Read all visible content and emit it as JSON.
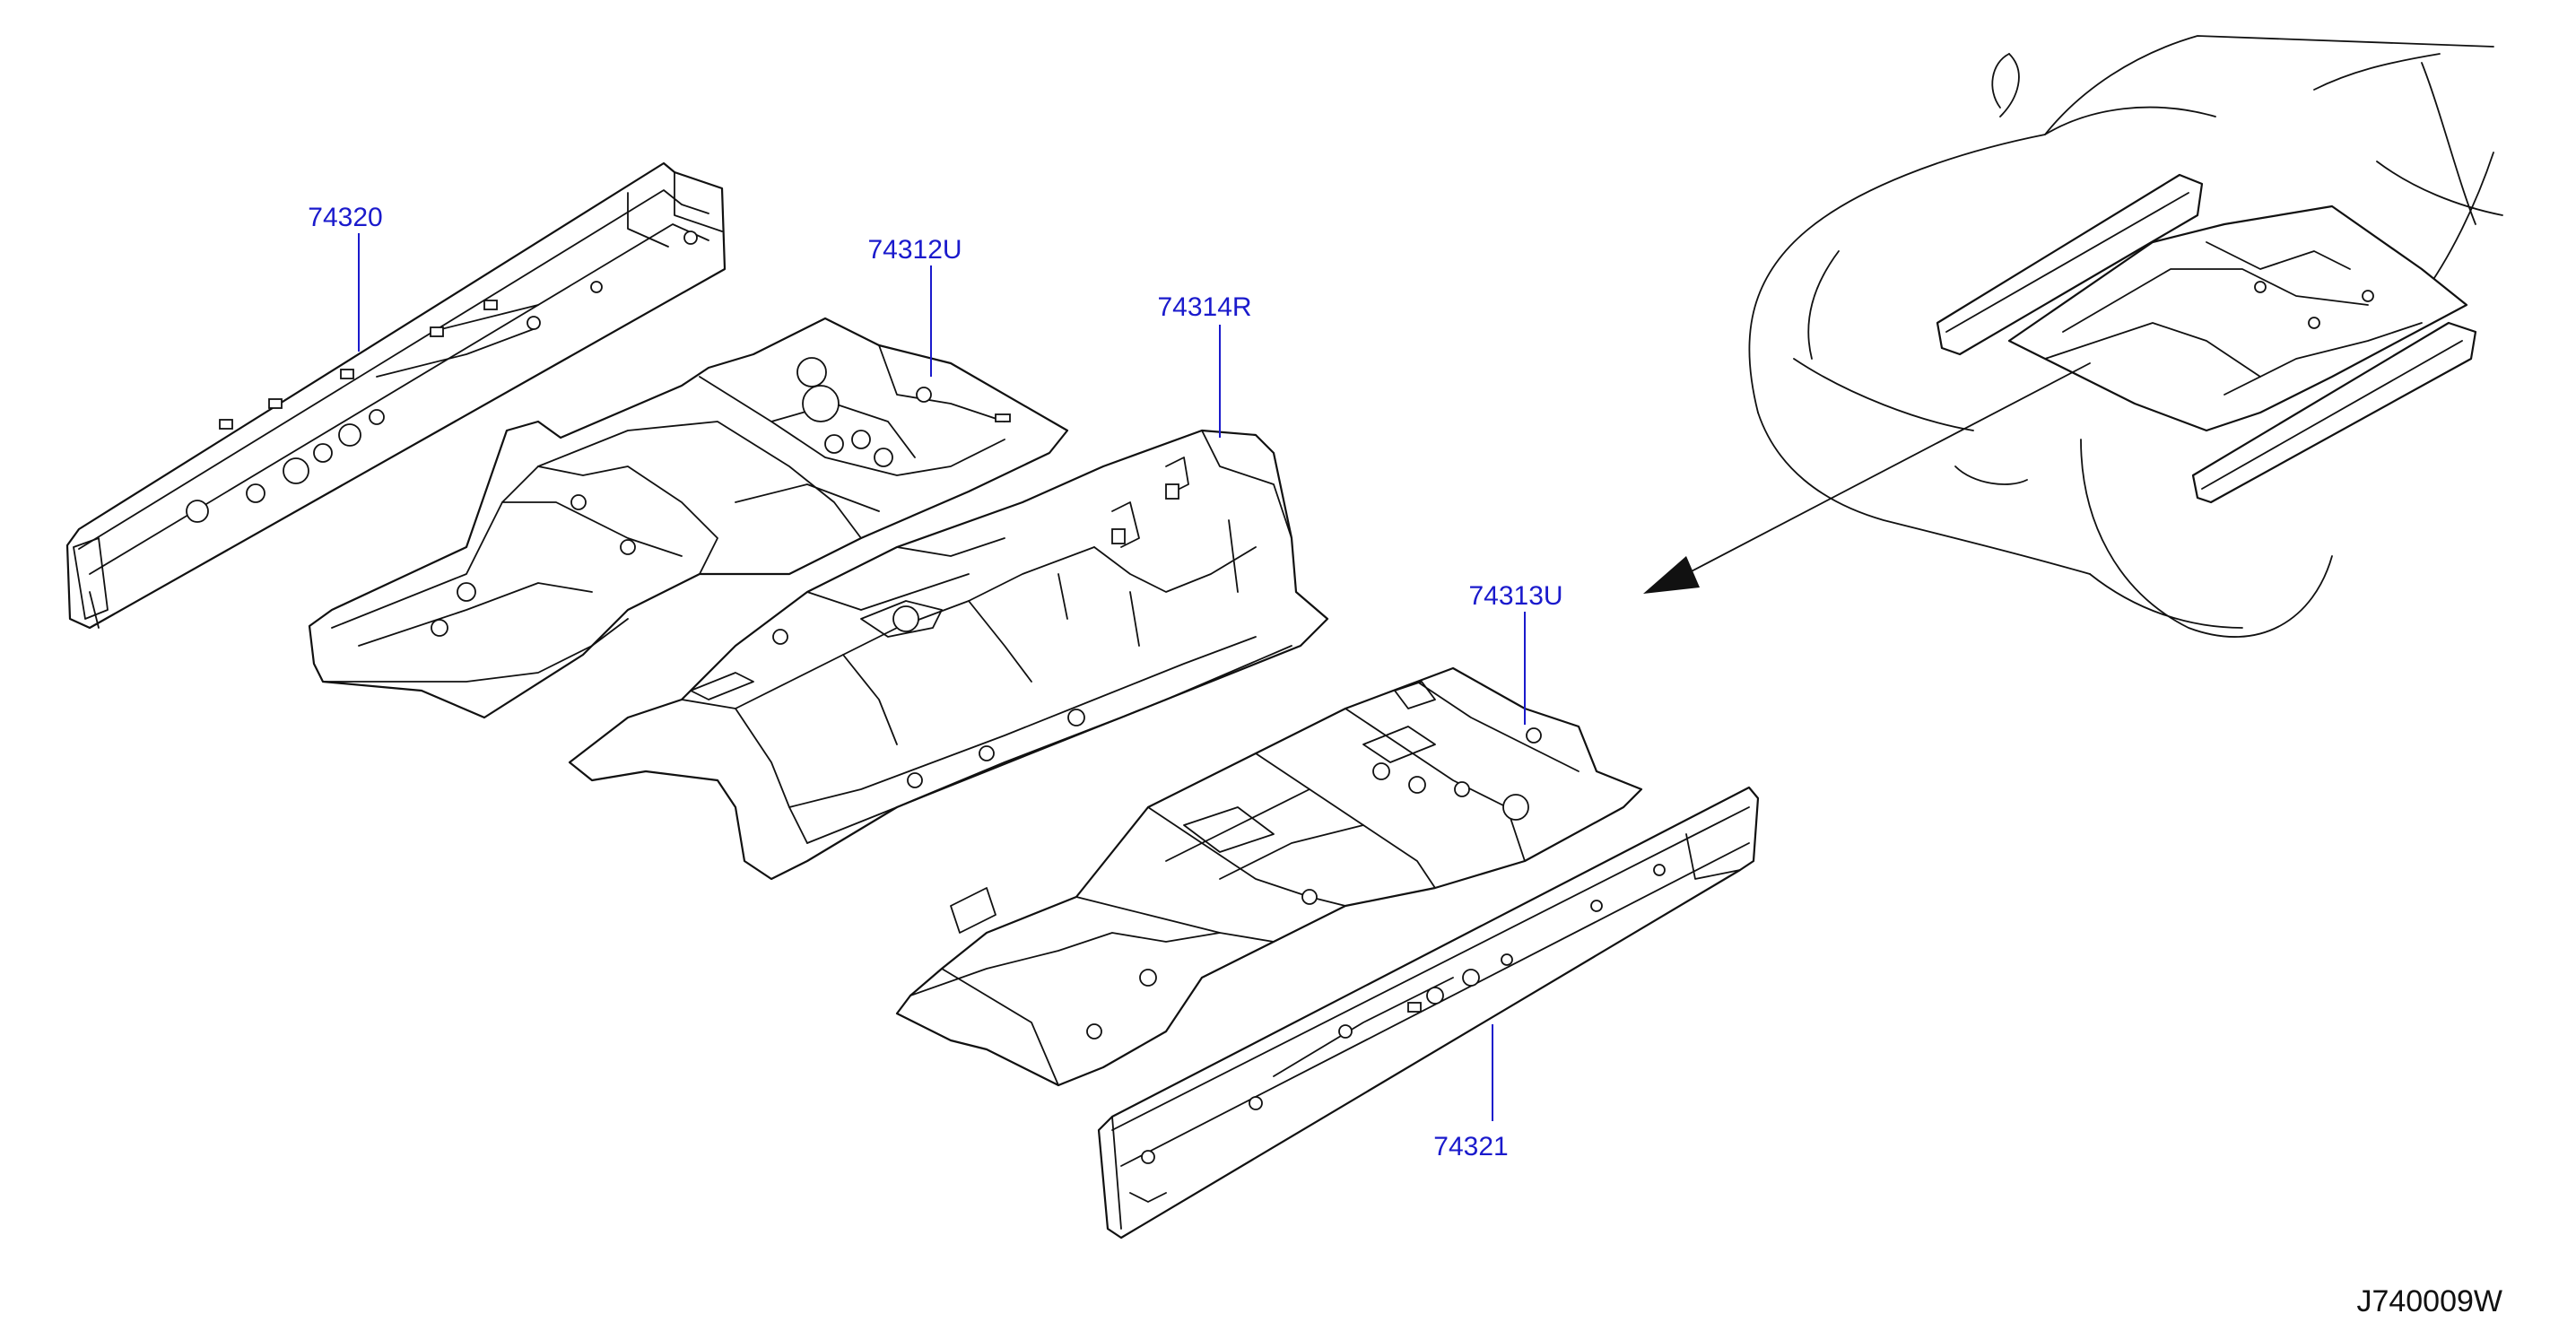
{
  "diagram": {
    "callouts": {
      "p74320": "74320",
      "p74312U": "74312U",
      "p74314R": "74314R",
      "p74313U": "74313U",
      "p74321": "74321"
    },
    "diagram_code": "J740009W",
    "colors": {
      "callout_text": "#1a1acc",
      "line_art": "#111111",
      "background": "#ffffff"
    }
  }
}
